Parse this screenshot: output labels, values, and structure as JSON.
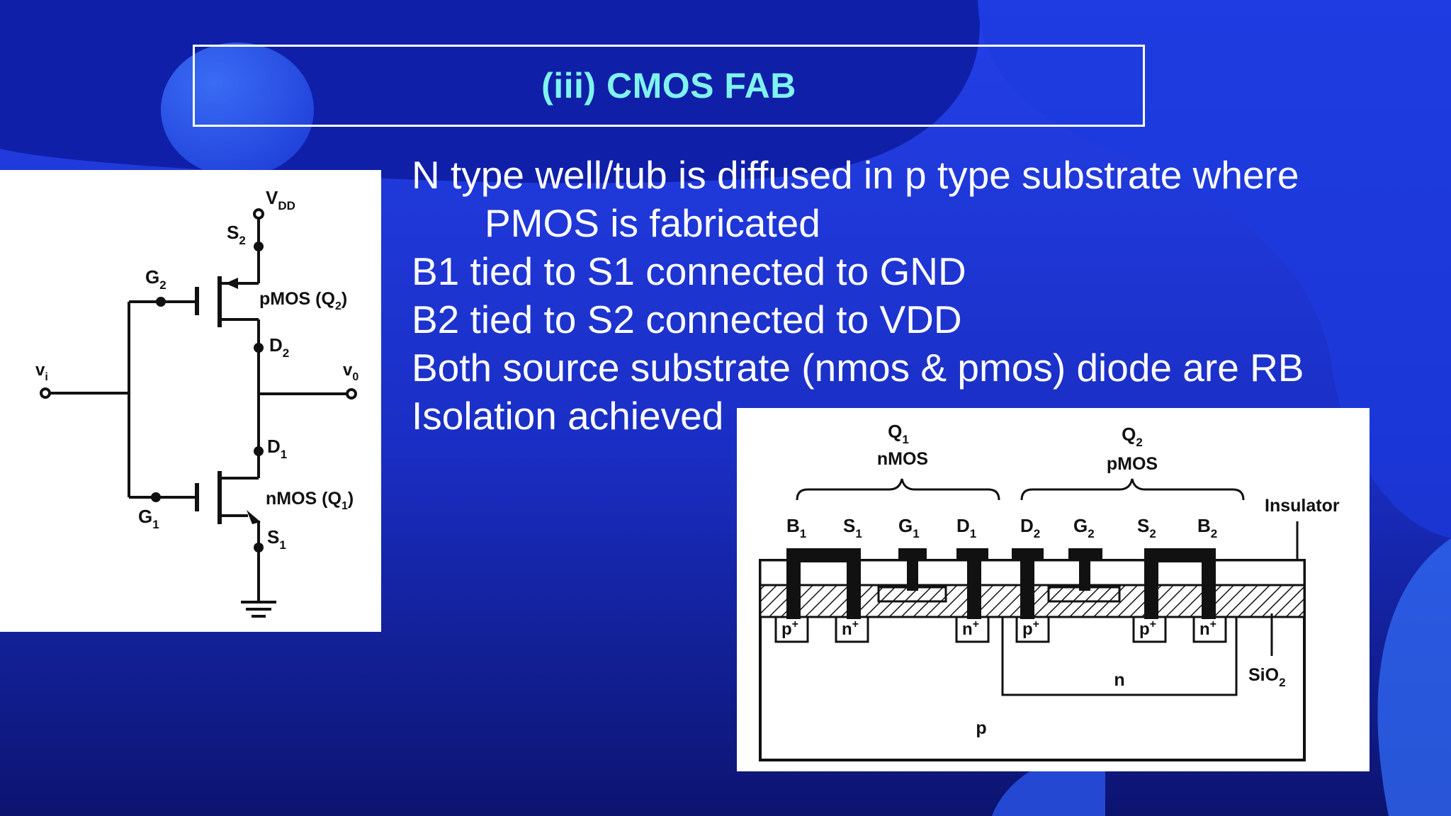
{
  "slide": {
    "title": "(iii) CMOS FAB",
    "bullets": [
      "N type well/tub is diffused in p type substrate where",
      "PMOS is fabricated",
      "B1 tied to S1 connected to GND",
      "B2 tied to S2 connected to VDD",
      "Both source substrate (nmos & pmos) diode are RB",
      "Isolation achieved"
    ]
  },
  "circuit": {
    "vdd": "V",
    "vdd_sub": "DD",
    "vi": "v",
    "vi_sub": "i",
    "vo": "v",
    "vo_sub": "0",
    "g2": "G",
    "g2_sub": "2",
    "s2": "S",
    "s2_sub": "2",
    "d2": "D",
    "d2_sub": "2",
    "d1": "D",
    "d1_sub": "1",
    "g1": "G",
    "g1_sub": "1",
    "s1": "S",
    "s1_sub": "1",
    "pmos_label": "pMOS (Q",
    "pmos_sub": "2",
    "nmos_label": "nMOS (Q",
    "nmos_sub": "1",
    "close_paren": ")"
  },
  "cross_section": {
    "q1": "Q",
    "q1_sub": "1",
    "q1_type": "nMOS",
    "q2": "Q",
    "q2_sub": "2",
    "q2_type": "pMOS",
    "insulator": "Insulator",
    "sio2": "SiO",
    "sio2_sub": "2",
    "n_well": "n",
    "p_substrate": "p",
    "terminals": [
      {
        "letter": "B",
        "sub": "1"
      },
      {
        "letter": "S",
        "sub": "1"
      },
      {
        "letter": "G",
        "sub": "1"
      },
      {
        "letter": "D",
        "sub": "1"
      },
      {
        "letter": "D",
        "sub": "2"
      },
      {
        "letter": "G",
        "sub": "2"
      },
      {
        "letter": "S",
        "sub": "2"
      },
      {
        "letter": "B",
        "sub": "2"
      }
    ],
    "diffusions": [
      {
        "type": "p",
        "sup": "+"
      },
      {
        "type": "n",
        "sup": "+"
      },
      {
        "type": "n",
        "sup": "+"
      },
      {
        "type": "p",
        "sup": "+"
      },
      {
        "type": "p",
        "sup": "+"
      },
      {
        "type": "n",
        "sup": "+"
      }
    ]
  }
}
